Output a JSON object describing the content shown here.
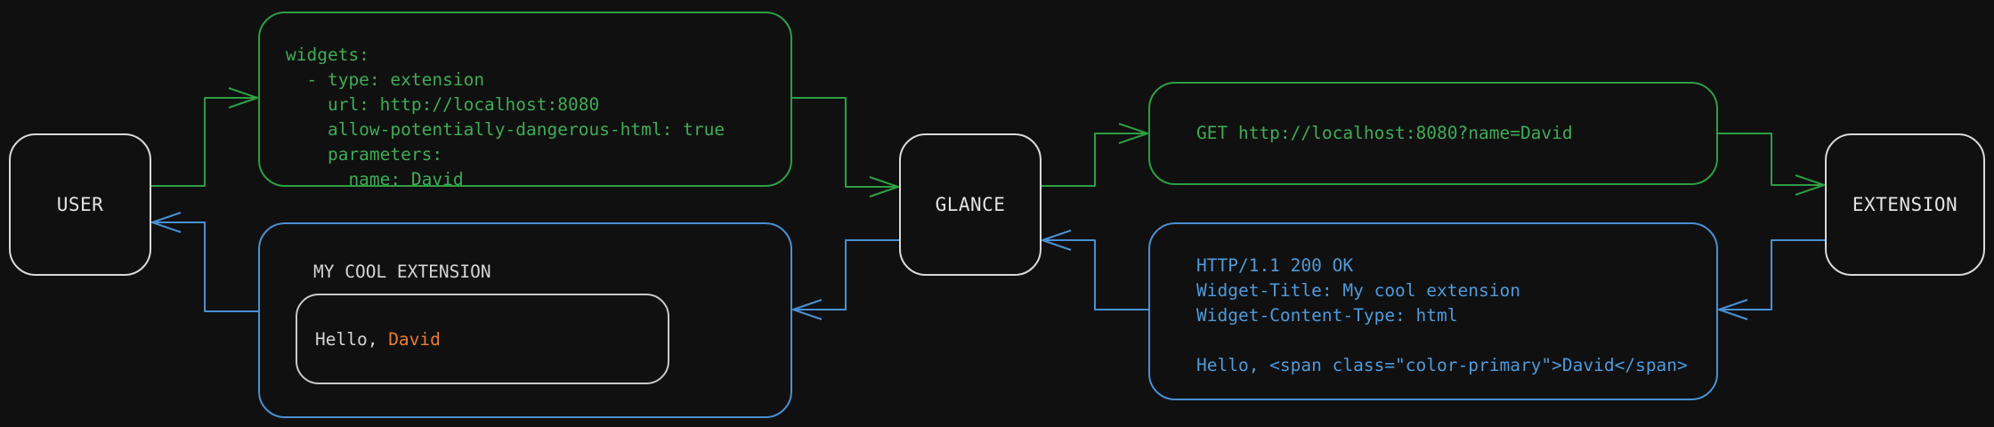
{
  "colors": {
    "background": "#101010",
    "green_line": "#2e9e44",
    "green_text": "#3fab55",
    "blue_line": "#4a90d2",
    "blue_text": "#4f9ada",
    "orange": "#e87b35",
    "node_border": "#d9d9d9",
    "node_text": "#e3e3e3",
    "muted_text": "#d4d4d4",
    "inner_border": "#c9c9c9"
  },
  "nodes": {
    "user": {
      "label": "USER"
    },
    "glance": {
      "label": "GLANCE"
    },
    "extension": {
      "label": "EXTENSION"
    }
  },
  "config_box": {
    "lines": [
      "widgets:",
      "  - type: extension",
      "    url: http://localhost:8080",
      "    allow-potentially-dangerous-html: true",
      "    parameters:",
      "      name: David"
    ]
  },
  "request_box": {
    "text": "GET http://localhost:8080?name=David"
  },
  "response_box": {
    "lines": [
      "HTTP/1.1 200 OK",
      "Widget-Title: My cool extension",
      "Widget-Content-Type: html",
      "",
      "Hello, <span class=\"color-primary\">David</span>"
    ]
  },
  "widget_box": {
    "title": "MY COOL EXTENSION",
    "greeting_prefix": "Hello, ",
    "greeting_name": "David"
  }
}
